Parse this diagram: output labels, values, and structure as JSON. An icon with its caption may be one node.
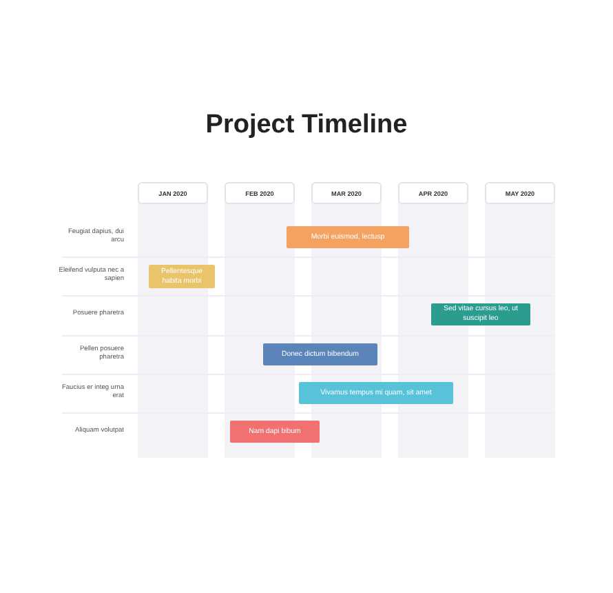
{
  "diagram": {
    "title": "Project Timeline",
    "nodes": [
      {
        "text": [
          "JAN 2020"
        ]
      },
      {
        "text": [
          "FEB 2020"
        ]
      },
      {
        "text": [
          "MAR 2020"
        ]
      },
      {
        "text": [
          "APR 2020"
        ]
      },
      {
        "text": [
          "MAY 2020"
        ]
      },
      {
        "text": [
          "Morbi euismod, lectusp"
        ]
      },
      {
        "text": [
          "Pellentesque habita morbi"
        ]
      },
      {
        "text": [
          "Sed vitae cursus leo, ut suscipit leo"
        ]
      },
      {
        "text": [
          "Donec dictum bibendum"
        ]
      },
      {
        "text": [
          "Vivamus tempus mi quam, sit amet"
        ]
      },
      {
        "text": [
          "Nam dapi bibum"
        ]
      }
    ],
    "labels": [
      "Feugiat dapius, dui arcu",
      "Eleifend vulputa nec a sapien",
      "Posuere pharetra",
      "Pellen posuere pharetra",
      "Faucius er integ urna erat",
      "Aliquam volutpat"
    ]
  }
}
